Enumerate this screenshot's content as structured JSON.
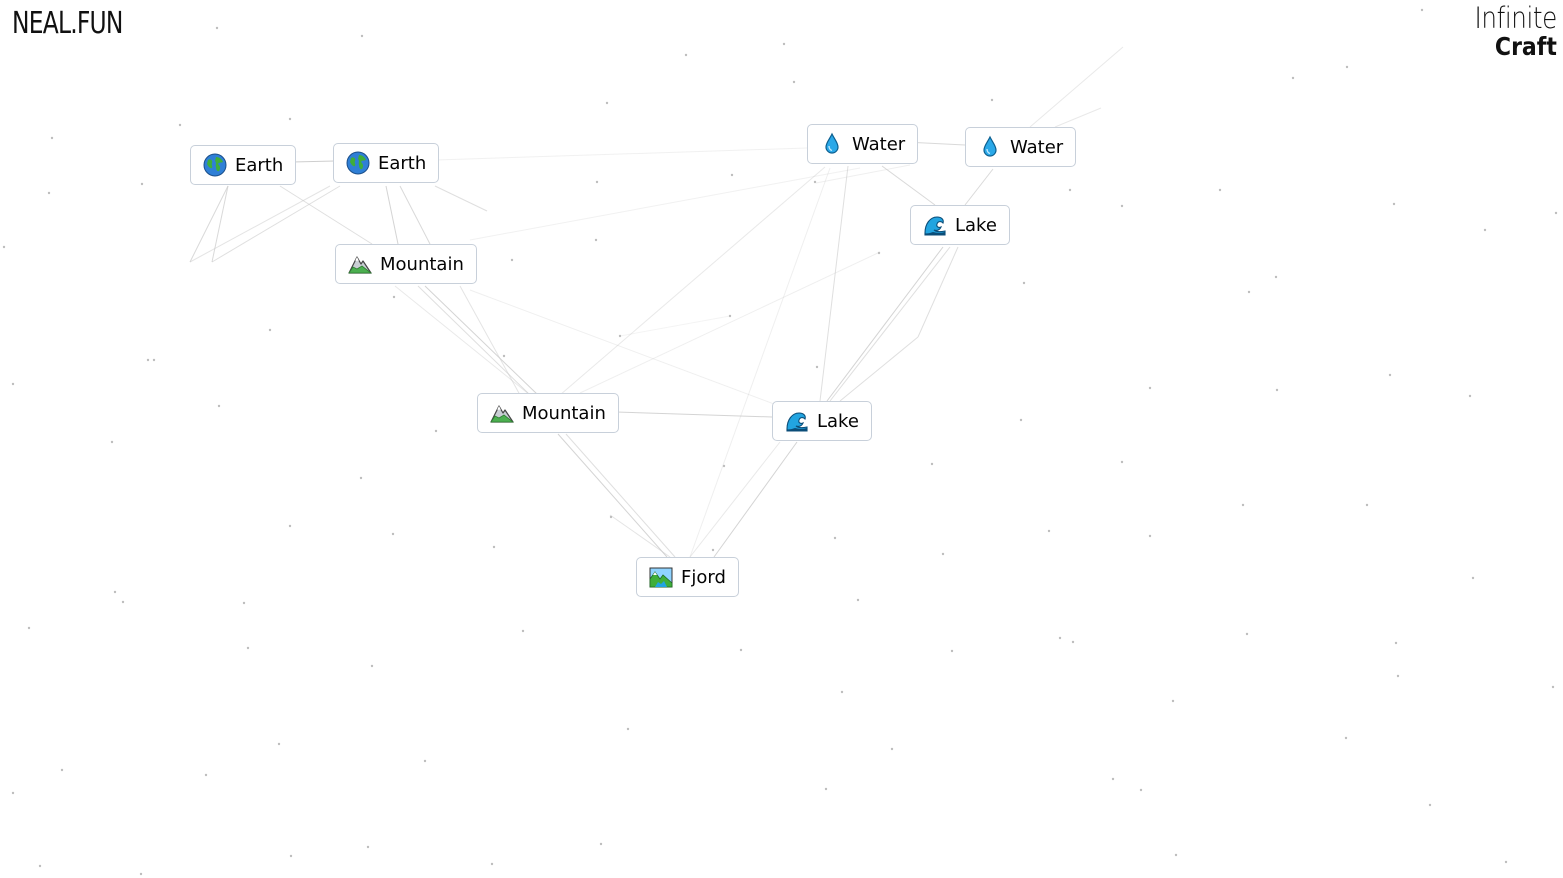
{
  "header": {
    "logo": "NEAL.FUN",
    "brand_line1": "Infinite",
    "brand_line2": "Craft"
  },
  "elements": [
    {
      "id": "earth-1",
      "label": "Earth",
      "icon": "earth-globe-icon"
    },
    {
      "id": "earth-2",
      "label": "Earth",
      "icon": "earth-globe-icon"
    },
    {
      "id": "mountain-1",
      "label": "Mountain",
      "icon": "mountain-icon"
    },
    {
      "id": "water-1",
      "label": "Water",
      "icon": "water-drop-icon"
    },
    {
      "id": "water-2",
      "label": "Water",
      "icon": "water-drop-icon"
    },
    {
      "id": "lake-1",
      "label": "Lake",
      "icon": "wave-icon"
    },
    {
      "id": "mountain-2",
      "label": "Mountain",
      "icon": "mountain-icon"
    },
    {
      "id": "lake-2",
      "label": "Lake",
      "icon": "wave-icon"
    },
    {
      "id": "fjord-1",
      "label": "Fjord",
      "icon": "fjord-icon"
    }
  ],
  "colors": {
    "background": "#ffffff",
    "item_border": "#c8d0da",
    "line": "#c9c9c9",
    "star": "#bdbdbd"
  }
}
